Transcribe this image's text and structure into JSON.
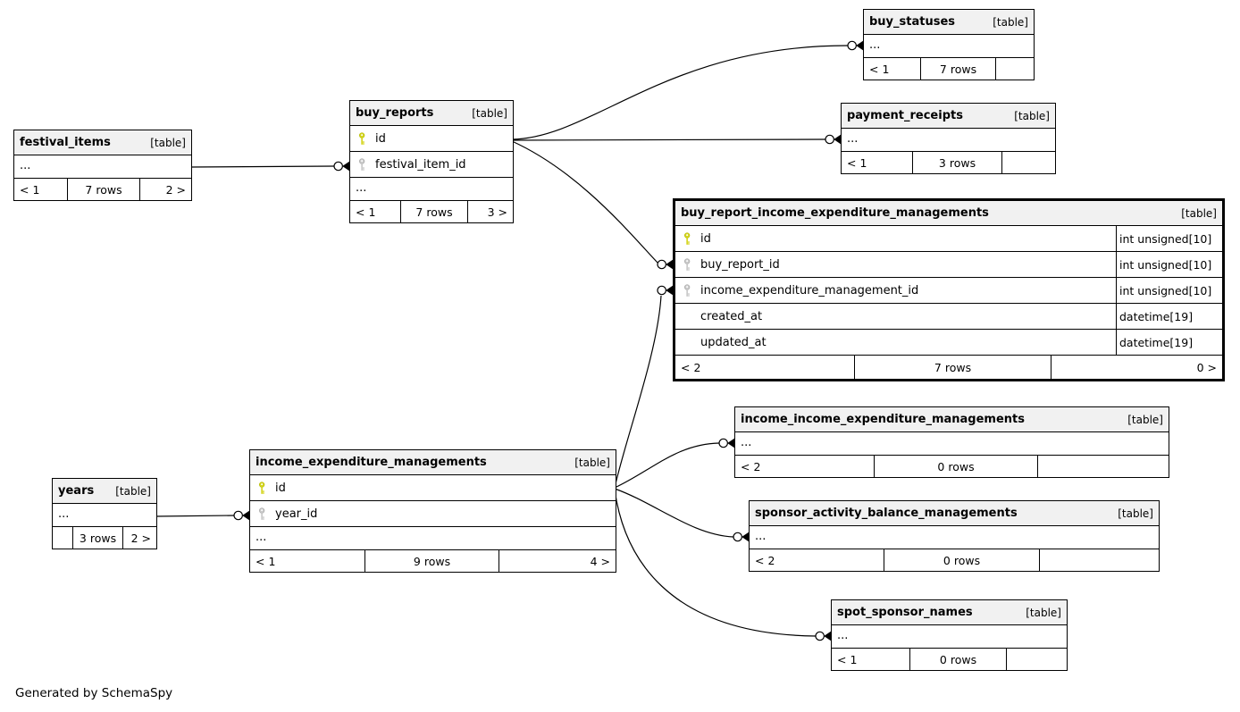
{
  "diagram": {
    "footer_note": "Generated by SchemaSpy",
    "tag_label": "[table]"
  },
  "colors": {
    "primary_key": "#d5d51f",
    "primary_key_stroke": "#b4ba00",
    "foreign_key": "#c9c9c9",
    "foreign_key_stroke": "#a6a6a6",
    "header_bg": "#f1f1f1",
    "border": "#000000"
  },
  "tables": [
    {
      "name": "festival_items",
      "tag": "[table]",
      "columns": [],
      "ellipsis": "...",
      "footer": [
        "< 1",
        "7 rows",
        "2 >"
      ]
    },
    {
      "name": "buy_reports",
      "tag": "[table]",
      "columns": [
        {
          "key": "primary",
          "name": "id"
        },
        {
          "key": "foreign",
          "name": "festival_item_id"
        }
      ],
      "ellipsis": "...",
      "footer": [
        "< 1",
        "7 rows",
        "3 >"
      ]
    },
    {
      "name": "buy_statuses",
      "tag": "[table]",
      "columns": [],
      "ellipsis": "...",
      "footer": [
        "< 1",
        "7 rows",
        ""
      ]
    },
    {
      "name": "payment_receipts",
      "tag": "[table]",
      "columns": [],
      "ellipsis": "...",
      "footer": [
        "< 1",
        "3 rows",
        ""
      ]
    },
    {
      "name": "buy_report_income_expenditure_managements",
      "tag": "[table]",
      "emphasis": true,
      "columns": [
        {
          "key": "primary",
          "name": "id",
          "type": "int unsigned[10]"
        },
        {
          "key": "foreign",
          "name": "buy_report_id",
          "type": "int unsigned[10]"
        },
        {
          "key": "foreign",
          "name": "income_expenditure_management_id",
          "type": "int unsigned[10]"
        },
        {
          "name": "created_at",
          "type": "datetime[19]"
        },
        {
          "name": "updated_at",
          "type": "datetime[19]"
        }
      ],
      "footer": [
        "< 2",
        "7 rows",
        "0 >"
      ]
    },
    {
      "name": "income_income_expenditure_managements",
      "tag": "[table]",
      "columns": [],
      "ellipsis": "...",
      "footer": [
        "< 2",
        "0 rows",
        ""
      ]
    },
    {
      "name": "sponsor_activity_balance_managements",
      "tag": "[table]",
      "columns": [],
      "ellipsis": "...",
      "footer": [
        "< 2",
        "0 rows",
        ""
      ]
    },
    {
      "name": "spot_sponsor_names",
      "tag": "[table]",
      "columns": [],
      "ellipsis": "...",
      "footer": [
        "< 1",
        "0 rows",
        ""
      ]
    },
    {
      "name": "income_expenditure_managements",
      "tag": "[table]",
      "columns": [
        {
          "key": "primary",
          "name": "id"
        },
        {
          "key": "foreign",
          "name": "year_id"
        }
      ],
      "ellipsis": "...",
      "footer": [
        "< 1",
        "9 rows",
        "4 >"
      ]
    },
    {
      "name": "years",
      "tag": "[table]",
      "columns": [],
      "ellipsis": "...",
      "footer": [
        "",
        "3 rows",
        "2 >"
      ]
    }
  ],
  "relationships": [
    {
      "from": "festival_items",
      "to": "buy_reports.festival_item_id"
    },
    {
      "from": "buy_reports.id",
      "to": "buy_statuses"
    },
    {
      "from": "buy_reports.id",
      "to": "payment_receipts"
    },
    {
      "from": "buy_reports.id",
      "to": "buy_report_income_expenditure_managements.buy_report_id"
    },
    {
      "from": "income_expenditure_managements.id",
      "to": "buy_report_income_expenditure_managements.income_expenditure_management_id"
    },
    {
      "from": "income_expenditure_managements.id",
      "to": "income_income_expenditure_managements"
    },
    {
      "from": "income_expenditure_managements.id",
      "to": "sponsor_activity_balance_managements"
    },
    {
      "from": "income_expenditure_managements.id",
      "to": "spot_sponsor_names"
    },
    {
      "from": "years",
      "to": "income_expenditure_managements.year_id"
    }
  ]
}
